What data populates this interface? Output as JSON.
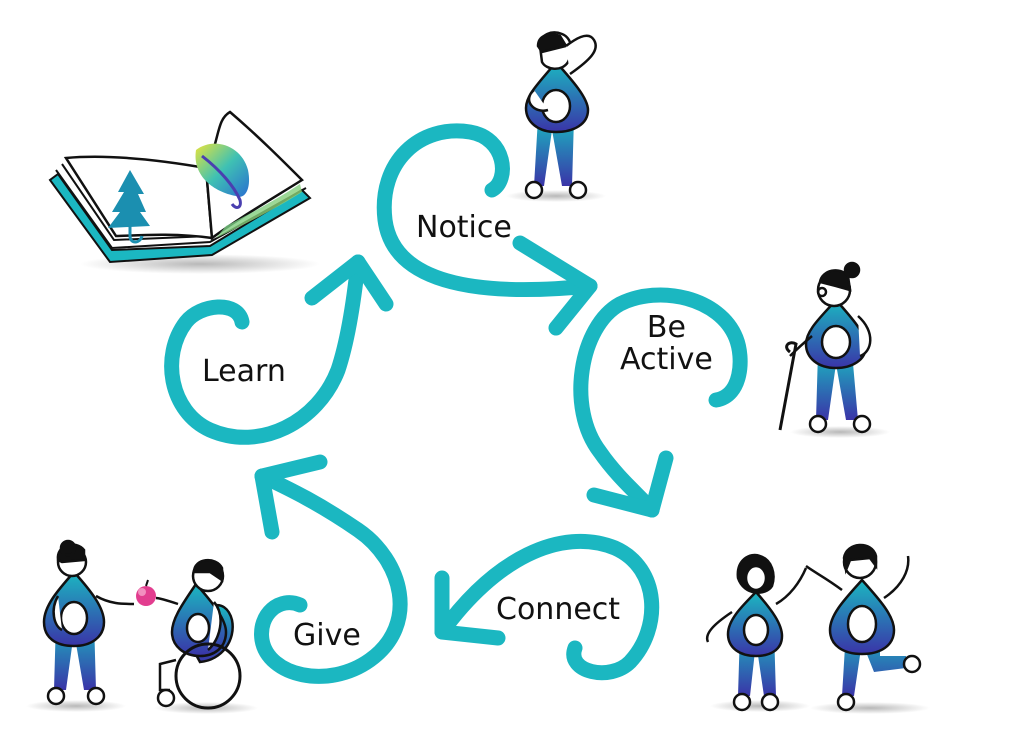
{
  "colors": {
    "arrow": "#1bb7c1",
    "figure_top": "#1bb7c1",
    "figure_bottom": "#3a34a8",
    "outline": "#111111",
    "apple": "#e23d8f"
  },
  "steps": [
    {
      "label": "Notice"
    },
    {
      "label_line1": "Be",
      "label_line2": "Active"
    },
    {
      "label": "Connect"
    },
    {
      "label": "Give"
    },
    {
      "label": "Learn"
    }
  ],
  "illustrations": [
    "open-book-icon",
    "person-shading-eyes-icon",
    "person-with-cane-icon",
    "two-people-high-five-icon",
    "person-giving-apple-icon",
    "wheelchair-user-icon"
  ]
}
